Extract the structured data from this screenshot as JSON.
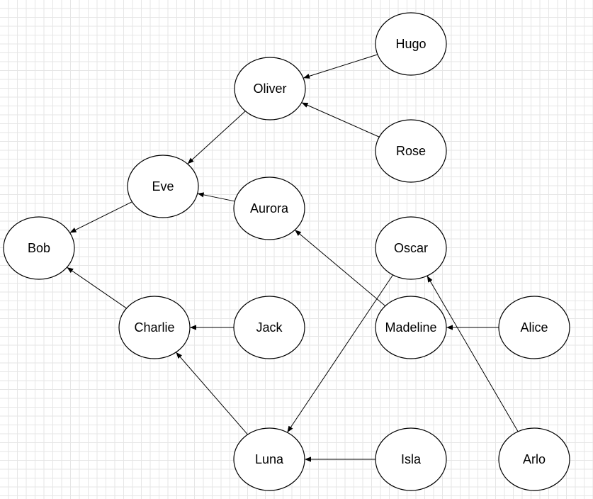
{
  "diagram": {
    "nodes": [
      {
        "id": "bob",
        "label": "Bob"
      },
      {
        "id": "eve",
        "label": "Eve"
      },
      {
        "id": "charlie",
        "label": "Charlie"
      },
      {
        "id": "oliver",
        "label": "Oliver"
      },
      {
        "id": "aurora",
        "label": "Aurora"
      },
      {
        "id": "jack",
        "label": "Jack"
      },
      {
        "id": "luna",
        "label": "Luna"
      },
      {
        "id": "hugo",
        "label": "Hugo"
      },
      {
        "id": "rose",
        "label": "Rose"
      },
      {
        "id": "oscar",
        "label": "Oscar"
      },
      {
        "id": "madeline",
        "label": "Madeline"
      },
      {
        "id": "isla",
        "label": "Isla"
      },
      {
        "id": "alice",
        "label": "Alice"
      },
      {
        "id": "arlo",
        "label": "Arlo"
      }
    ],
    "edges": [
      {
        "from": "eve",
        "to": "bob"
      },
      {
        "from": "charlie",
        "to": "bob"
      },
      {
        "from": "oliver",
        "to": "eve"
      },
      {
        "from": "aurora",
        "to": "eve"
      },
      {
        "from": "hugo",
        "to": "oliver"
      },
      {
        "from": "rose",
        "to": "oliver"
      },
      {
        "from": "jack",
        "to": "charlie"
      },
      {
        "from": "luna",
        "to": "charlie"
      },
      {
        "from": "madeline",
        "to": "aurora"
      },
      {
        "from": "oscar",
        "to": "luna"
      },
      {
        "from": "isla",
        "to": "luna"
      },
      {
        "from": "alice",
        "to": "madeline"
      },
      {
        "from": "arlo",
        "to": "oscar"
      }
    ]
  }
}
